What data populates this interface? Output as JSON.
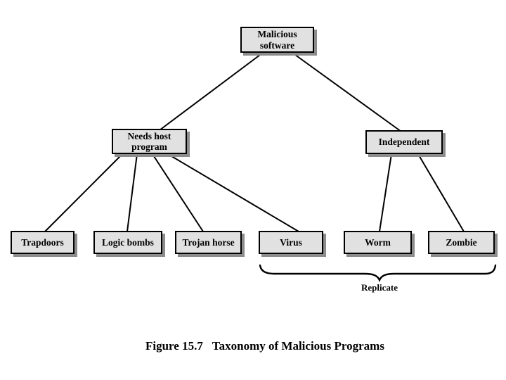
{
  "nodes": {
    "malicious_software": {
      "label": "Malicious software"
    },
    "needs_host_program": {
      "label": "Needs host program"
    },
    "independent": {
      "label": "Independent"
    },
    "trapdoors": {
      "label": "Trapdoors"
    },
    "logic_bombs": {
      "label": "Logic bombs"
    },
    "trojan_horse": {
      "label": "Trojan horse"
    },
    "virus": {
      "label": "Virus"
    },
    "worm": {
      "label": "Worm"
    },
    "zombie": {
      "label": "Zombie"
    }
  },
  "edges": [
    {
      "from": "malicious_software",
      "to": "needs_host_program"
    },
    {
      "from": "malicious_software",
      "to": "independent"
    },
    {
      "from": "needs_host_program",
      "to": "trapdoors"
    },
    {
      "from": "needs_host_program",
      "to": "logic_bombs"
    },
    {
      "from": "needs_host_program",
      "to": "trojan_horse"
    },
    {
      "from": "needs_host_program",
      "to": "virus"
    },
    {
      "from": "independent",
      "to": "worm"
    },
    {
      "from": "independent",
      "to": "zombie"
    }
  ],
  "brace": {
    "label": "Replicate",
    "spans": [
      "virus",
      "worm",
      "zombie"
    ]
  },
  "caption": {
    "figure_label": "Figure 15.7",
    "title": "Taxonomy of Malicious Programs"
  },
  "colors": {
    "background": "#ffffff",
    "box_fill": "#e1e1e1",
    "box_border": "#000000",
    "box_shadow": "#8c8c8c",
    "line": "#000000"
  }
}
